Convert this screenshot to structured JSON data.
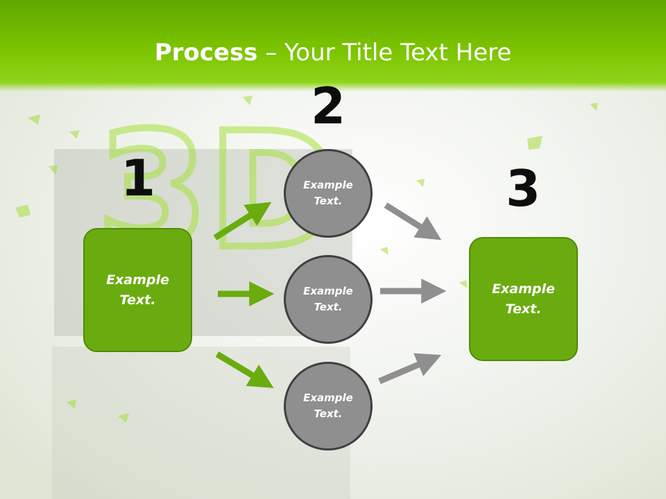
{
  "title": {
    "bold": "Process",
    "rest": " – Your Title Text Here"
  },
  "steps": [
    {
      "number": "1",
      "text_line1": "Example",
      "text_line2": "Text."
    },
    {
      "number": "2"
    },
    {
      "number": "3",
      "text_line1": "Example",
      "text_line2": "Text."
    }
  ],
  "circles": [
    {
      "line1": "Example",
      "line2": "Text."
    },
    {
      "line1": "Example",
      "line2": "Text."
    },
    {
      "line1": "Example",
      "line2": "Text."
    }
  ],
  "colors": {
    "accent": "#7cc400",
    "box": "#6aac0f",
    "circle": "#8f8f8f",
    "arrow_green": "#6aac0f",
    "arrow_gray": "#8f8f8f"
  }
}
